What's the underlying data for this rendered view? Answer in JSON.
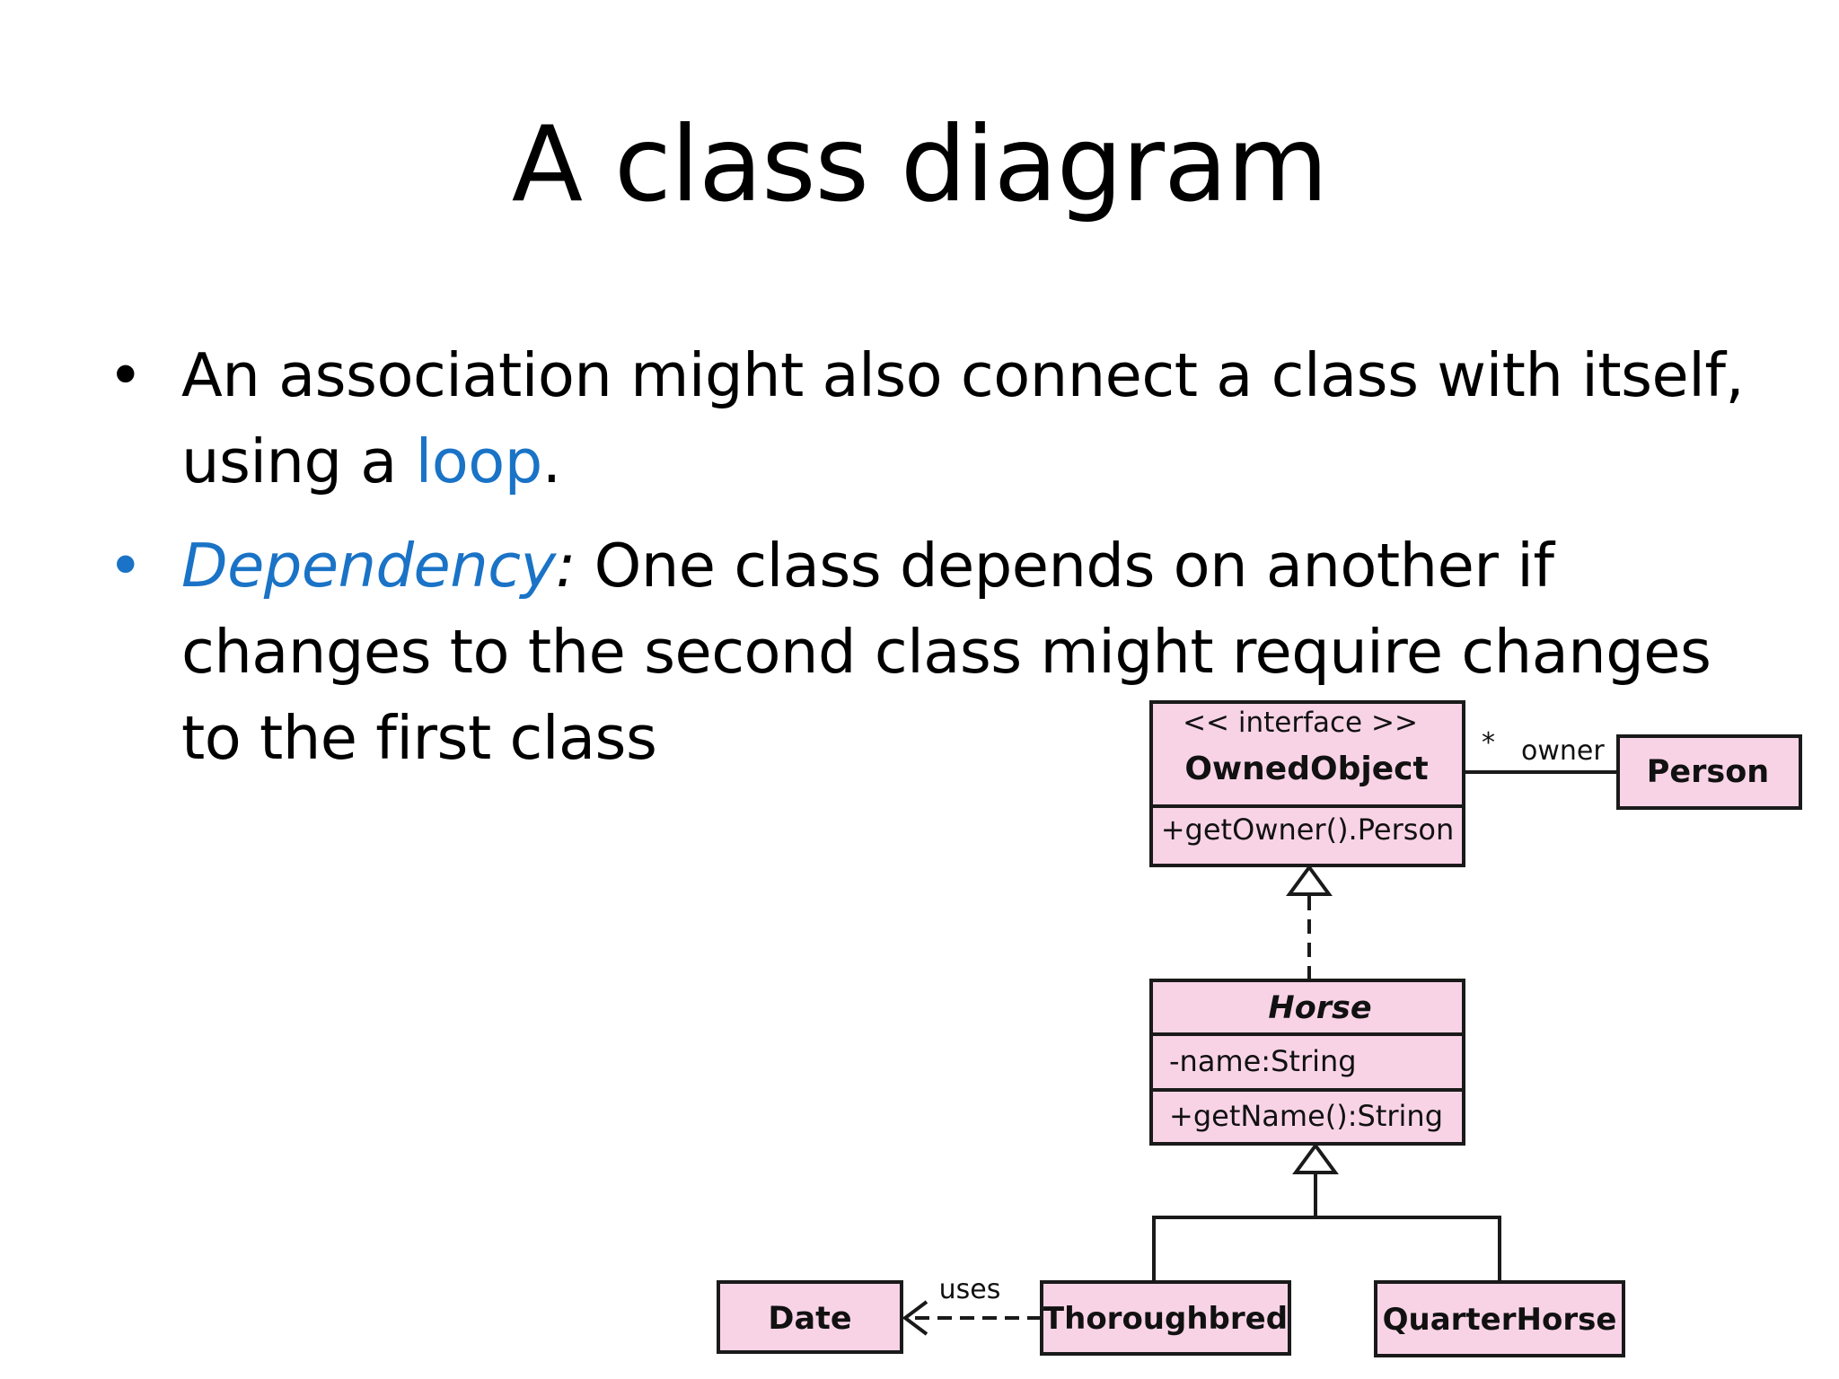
{
  "slide": {
    "title": "A class diagram",
    "bullet1": {
      "text_before": "An association might also connect a class with itself, using a ",
      "highlight": "loop",
      "text_after": "."
    },
    "bullet2": {
      "term": "Dependency",
      "colon": ":",
      "text": " One class depends on another if changes to the second class might require changes to the first class"
    }
  },
  "diagram": {
    "colors": {
      "box_fill": "#f8d3e6",
      "stroke": "#1a1a1a",
      "accent": "#1a73c6"
    },
    "owned_object": {
      "stereotype": "<< interface >>",
      "name": "OwnedObject",
      "operation": "+getOwner().Person"
    },
    "person": {
      "name": "Person"
    },
    "association": {
      "multiplicity": "*",
      "role": "owner"
    },
    "horse": {
      "name": "Horse",
      "attribute": "-name:String",
      "operation": "+getName():String"
    },
    "thoroughbred": {
      "name": "Thoroughbred"
    },
    "quarter_horse": {
      "name": "QuarterHorse"
    },
    "date": {
      "name": "Date"
    },
    "dependency": {
      "label": "uses"
    }
  }
}
